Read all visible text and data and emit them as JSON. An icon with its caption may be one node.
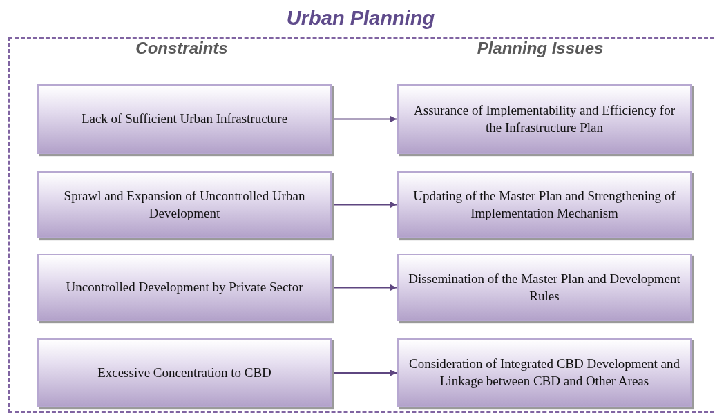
{
  "diagram": {
    "nodes": [
      {
        "text": [
          "Urban Planning"
        ]
      },
      {
        "text": [
          "Lack of Sufficient Urban Infrastructure"
        ],
        "in": 0
      },
      {
        "text": [
          "Assurance of Implementability and Efficiency for the Infrastructure Plan"
        ],
        "in": 0
      },
      {
        "text": [
          "Sprawl and Expansion of Uncontrolled Urban Development"
        ],
        "in": 0
      },
      {
        "text": [
          "Updating of the Master Plan and Strengthening of Implementation Mechanism"
        ],
        "in": 0
      },
      {
        "text": [
          "Uncontrolled Development by Private Sector"
        ],
        "in": 0
      },
      {
        "text": [
          "Dissemination of the Master Plan and Development Rules"
        ],
        "in": 0
      },
      {
        "text": [
          "Excessive Concentration to CBD"
        ],
        "in": 0
      },
      {
        "text": [
          "Consideration of Integrated CBD Development and Linkage between CBD and Other Areas"
        ],
        "in": 0
      }
    ],
    "edges": [
      {
        "from": 1,
        "to": 2,
        "arrow": "to"
      },
      {
        "from": 3,
        "to": 4,
        "arrow": "to"
      },
      {
        "from": 5,
        "to": 6,
        "arrow": "to"
      },
      {
        "from": 7,
        "to": 8,
        "arrow": "to"
      }
    ],
    "labels": [
      "Constraints",
      "Planning Issues"
    ]
  }
}
